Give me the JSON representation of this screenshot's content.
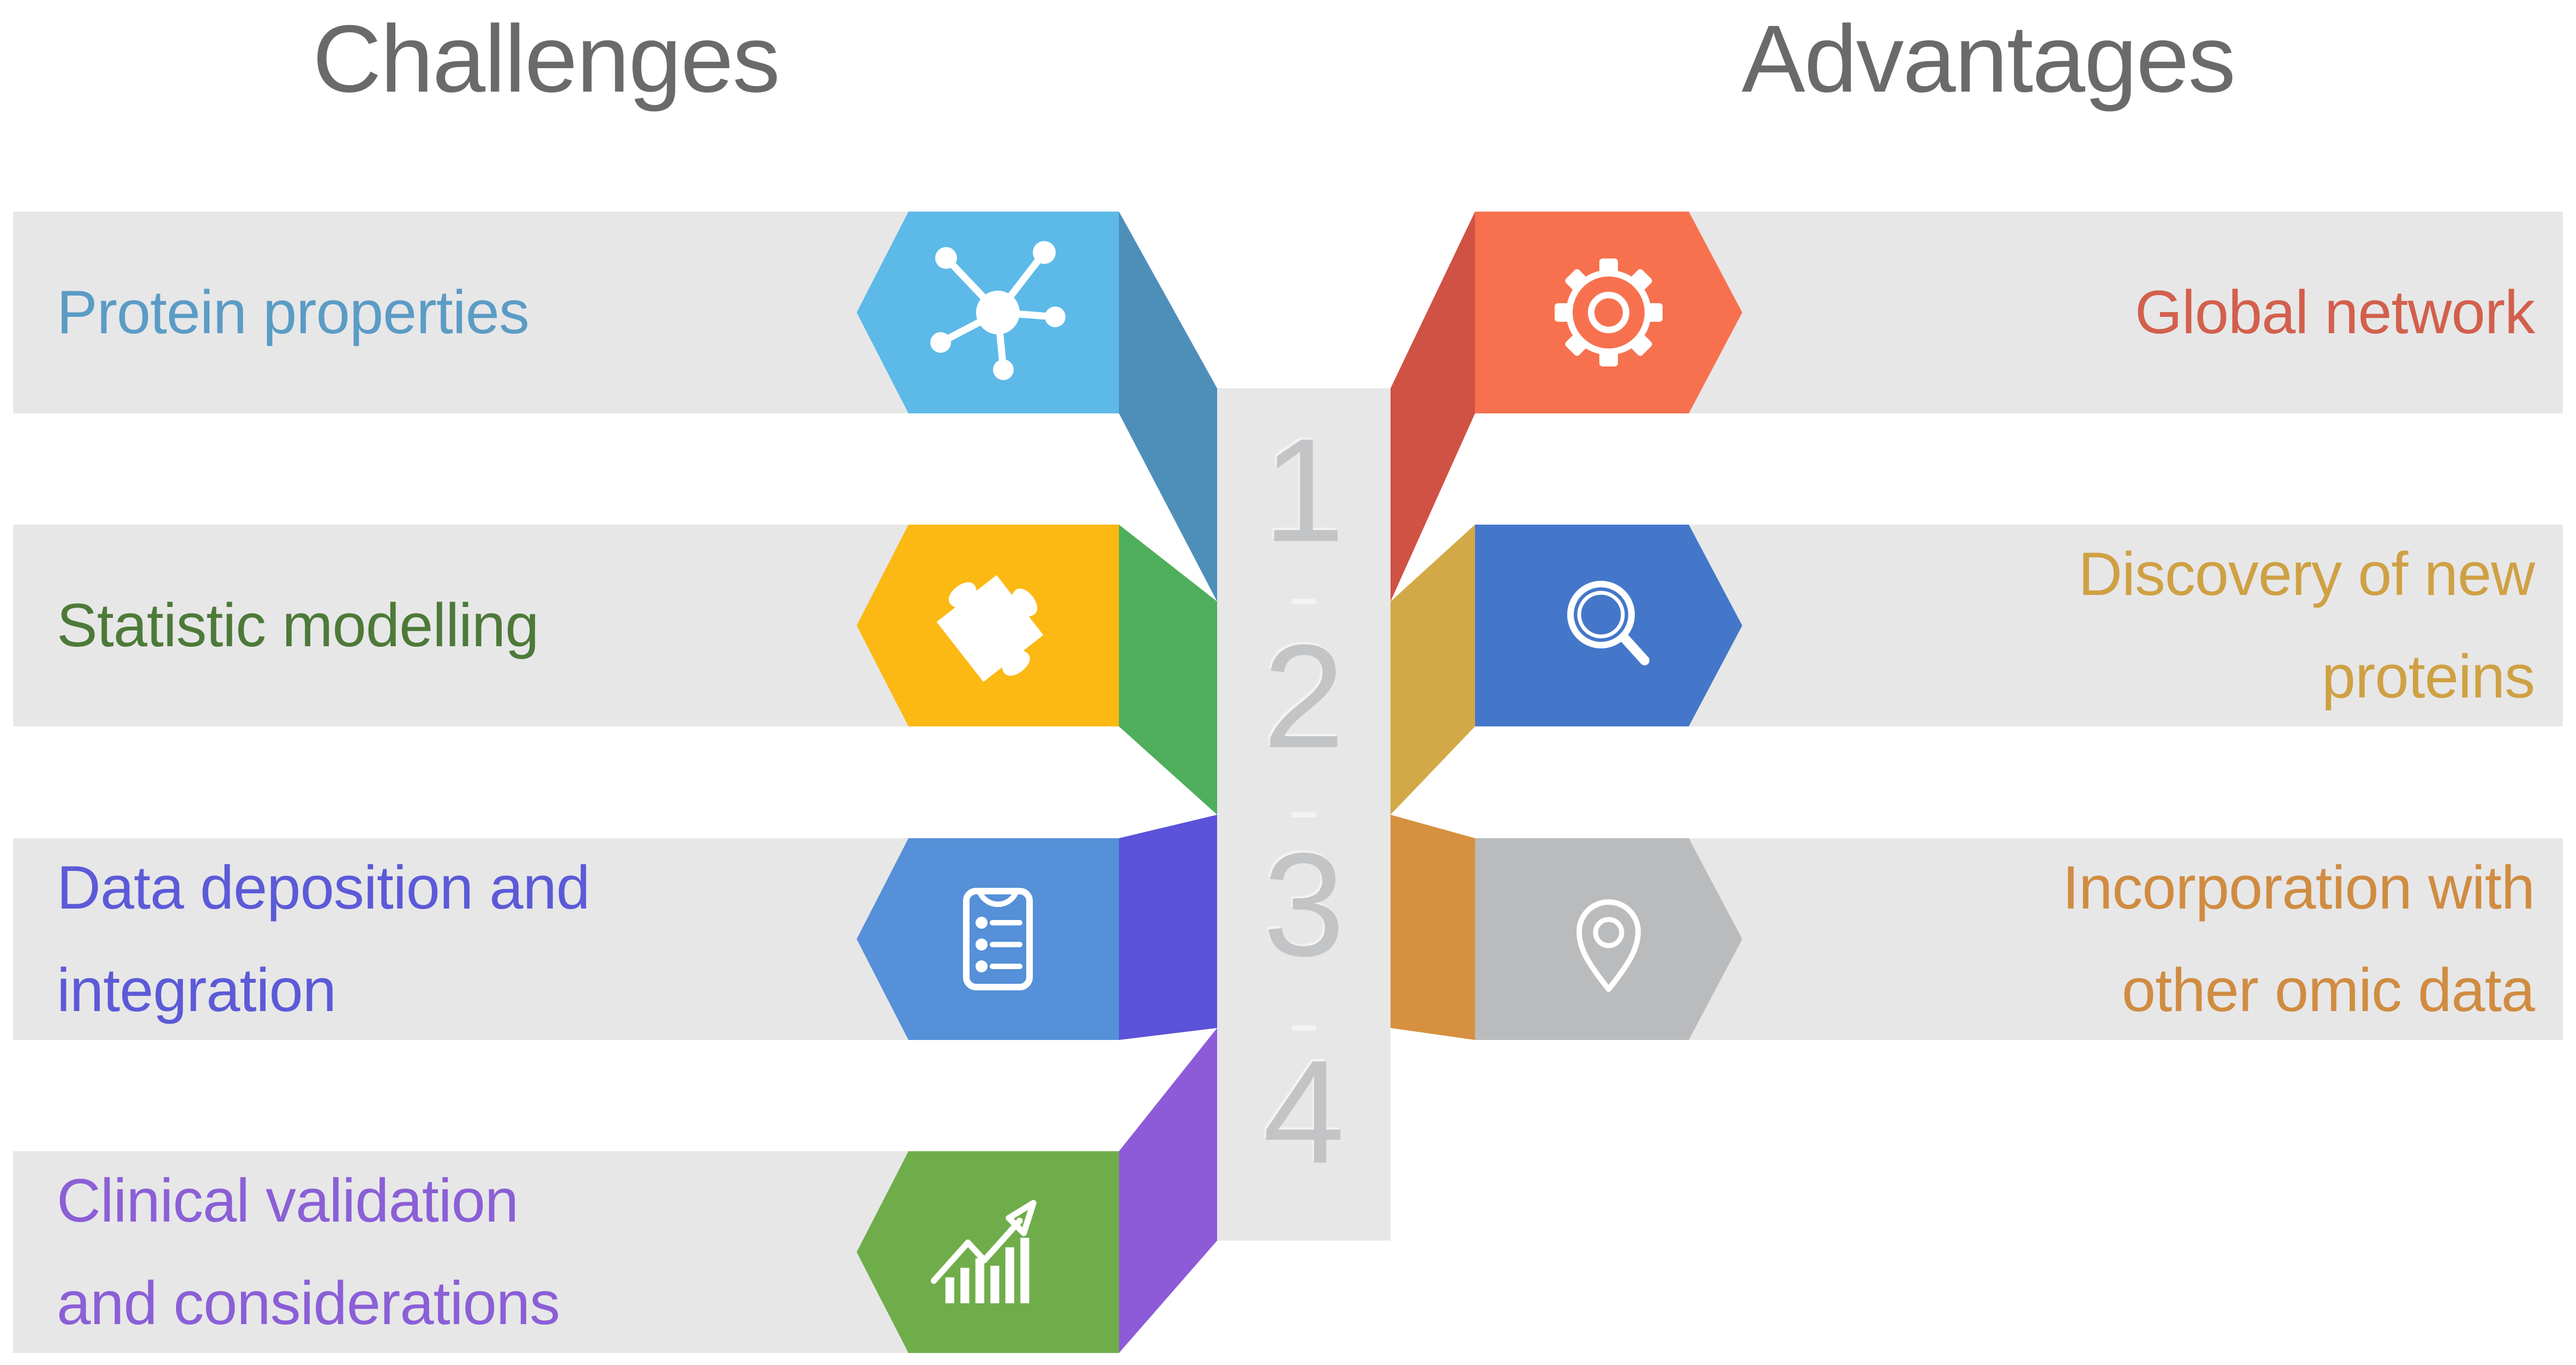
{
  "titles": {
    "left": "Challenges",
    "right": "Advantages"
  },
  "center_bar": {
    "numbers": [
      "1",
      "2",
      "3",
      "4"
    ]
  },
  "challenges": [
    {
      "lines": [
        "Protein properties"
      ],
      "icon": "molecule-icon",
      "text_color": "#5b9cc5",
      "hex_color": "#5cb9e8",
      "ribbon_color": "#4e8fb9"
    },
    {
      "lines": [
        "Statistic modelling"
      ],
      "icon": "puzzle-icon",
      "text_color": "#4d7a38",
      "hex_color": "#fcb813",
      "ribbon_color": "#4fae5c"
    },
    {
      "lines": [
        "Data deposition and",
        "integration"
      ],
      "icon": "clipboard-icon",
      "text_color": "#5c5ad7",
      "hex_color": "#5590d8",
      "ribbon_color": "#5a52d8"
    },
    {
      "lines": [
        "Clinical validation",
        "and considerations"
      ],
      "icon": "chart-icon",
      "text_color": "#8b5fd6",
      "hex_color": "#6fad4a",
      "ribbon_color": "#8e5bd8"
    }
  ],
  "advantages": [
    {
      "lines": [
        "Global network"
      ],
      "icon": "gear-icon",
      "text_color": "#d2604c",
      "hex_color": "#f7714f",
      "ribbon_color": "#d05244"
    },
    {
      "lines": [
        "Discovery of new",
        "proteins"
      ],
      "icon": "magnifier-icon",
      "text_color": "#cfa144",
      "hex_color": "#4477c9",
      "ribbon_color": "#d3a947"
    },
    {
      "lines": [
        "Incorporation with",
        "other omic data"
      ],
      "icon": "pin-icon",
      "text_color": "#d08c41",
      "hex_color": "#babbbd",
      "ribbon_color": "#d6903f"
    }
  ],
  "colors": {
    "background": "#ffffff",
    "band": "#e7e7e8",
    "bar": "#e7e7e8",
    "number": "#c3c4c6",
    "divider": "#f3f3f4",
    "title": "#6a6a6a",
    "icon": "#ffffff"
  }
}
